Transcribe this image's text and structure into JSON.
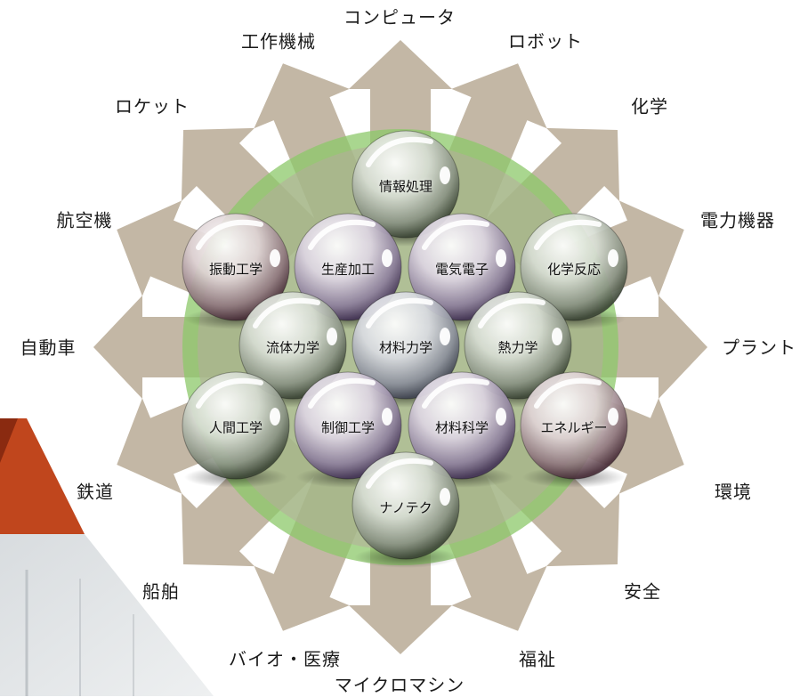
{
  "colors": {
    "arrow": "#c0b3a0",
    "green_ring": "#8cc86a",
    "sphere_green": "#4f5a48",
    "sphere_purple": "#5a4a6a",
    "sphere_brown": "#5a3f4a",
    "sphere_gray": "#5c5f6a",
    "label": "#1a1a1a"
  },
  "outer_fields": [
    "コンピュータ",
    "ロボット",
    "化学",
    "電力機器",
    "プラント",
    "環境",
    "安全",
    "福祉",
    "マイクロマシン",
    "バイオ・医療",
    "船舶",
    "鉄道",
    "自動車",
    "航空機",
    "ロケット",
    "工作機械"
  ],
  "core_disciplines": [
    {
      "label": "情報処理",
      "tint": "green"
    },
    {
      "label": "振動工学",
      "tint": "brown"
    },
    {
      "label": "生産加工",
      "tint": "purple"
    },
    {
      "label": "電気電子",
      "tint": "purple"
    },
    {
      "label": "化学反応",
      "tint": "green"
    },
    {
      "label": "流体力学",
      "tint": "green"
    },
    {
      "label": "材料力学",
      "tint": "gray"
    },
    {
      "label": "熱力学",
      "tint": "green"
    },
    {
      "label": "人間工学",
      "tint": "green"
    },
    {
      "label": "制御工学",
      "tint": "purple"
    },
    {
      "label": "材料科学",
      "tint": "purple"
    },
    {
      "label": "エネルギー",
      "tint": "brown"
    },
    {
      "label": "ナノテク",
      "tint": "green"
    }
  ]
}
